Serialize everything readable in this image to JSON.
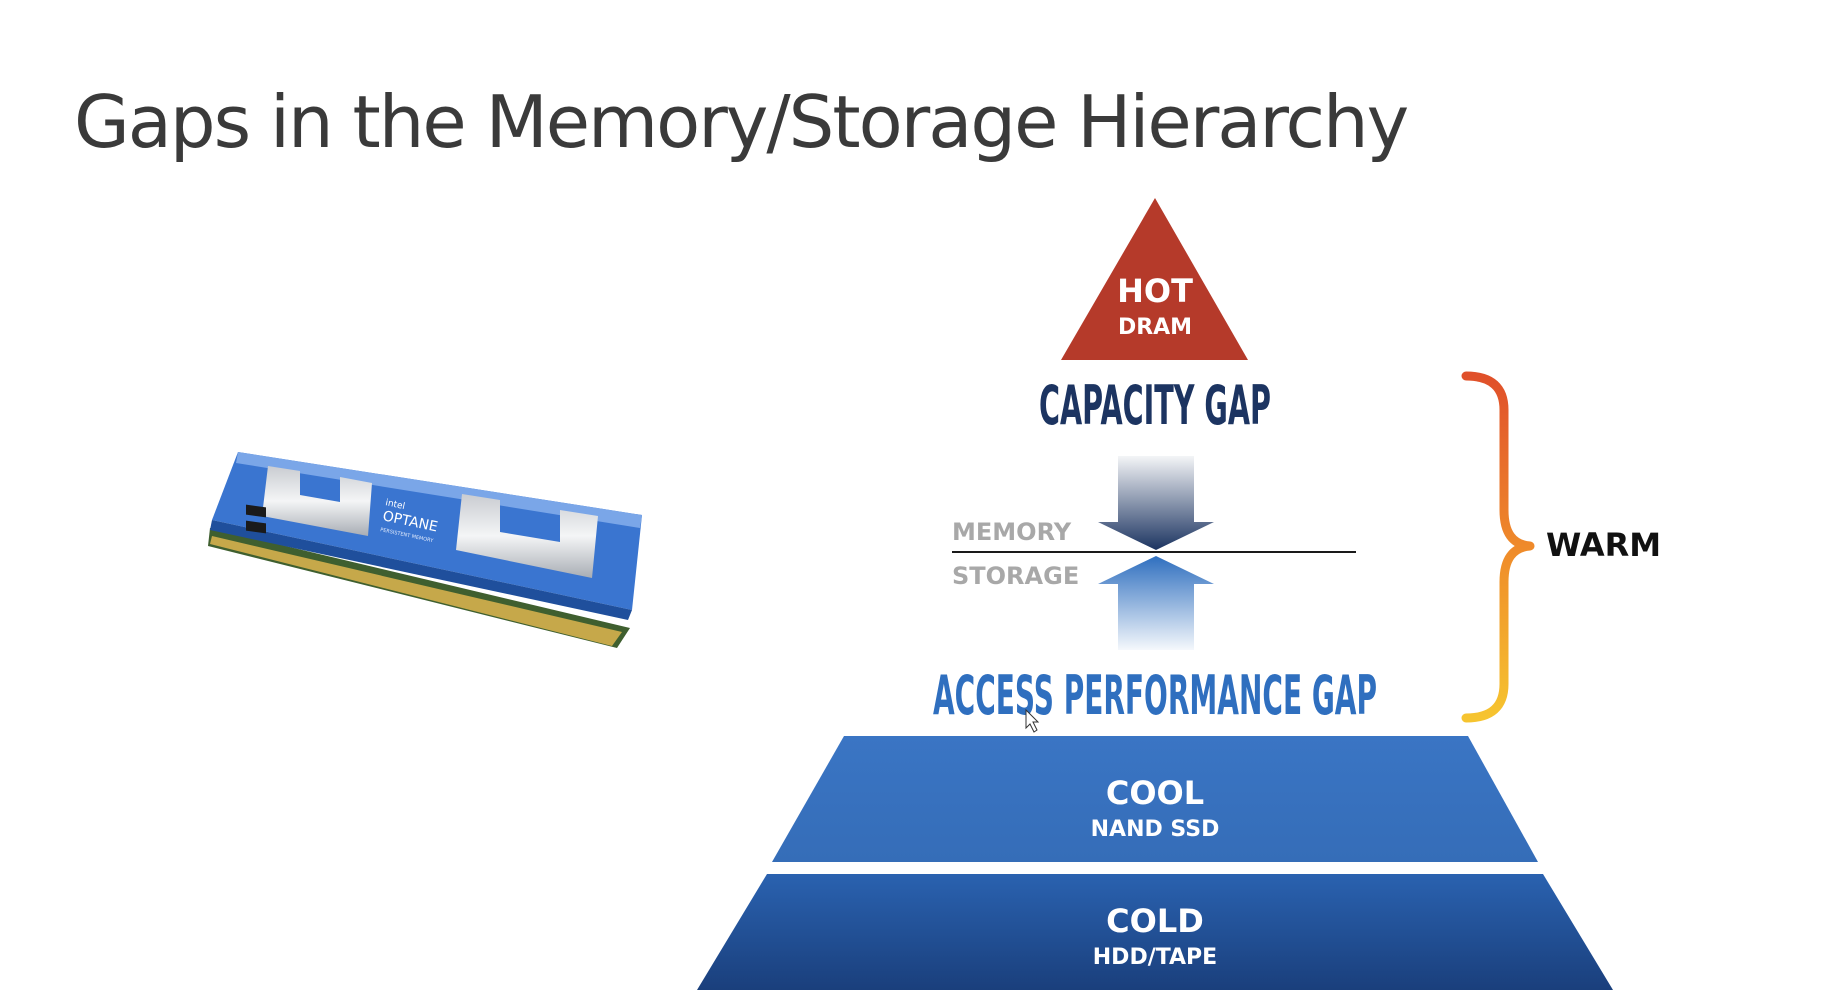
{
  "slide": {
    "title": "Gaps in the Memory/Storage Hierarchy"
  },
  "module": {
    "brand": "intel",
    "product": "OPTANE",
    "subtext": "PERSISTENT MEMORY"
  },
  "tiers": {
    "hot": {
      "label": "HOT",
      "sublabel": "DRAM",
      "color": "#b53a2a"
    },
    "cool": {
      "label": "COOL",
      "sublabel": "NAND SSD",
      "color": "#3a75c4"
    },
    "cold": {
      "label": "COLD",
      "sublabel": "HDD/TAPE",
      "color": "#214f98"
    }
  },
  "gaps": {
    "capacity": "CAPACITY GAP",
    "access": "ACCESS PERFORMANCE GAP",
    "capacity_color": "#1c3461",
    "access_color": "#2f6fbf"
  },
  "divider": {
    "memory_label": "MEMORY",
    "storage_label": "STORAGE"
  },
  "warm": {
    "label": "WARM"
  }
}
